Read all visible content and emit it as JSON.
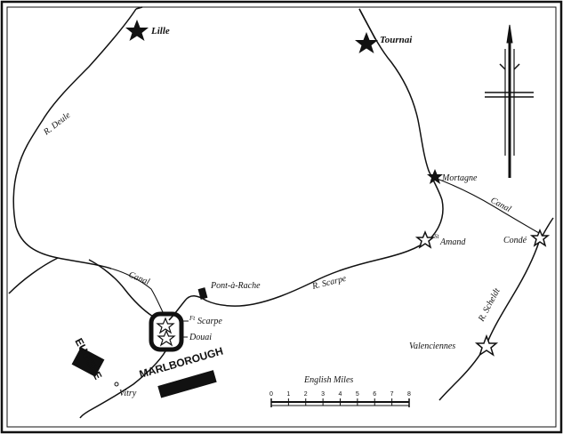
{
  "places": {
    "lille": "Lille",
    "tournai": "Tournai",
    "mortagne": "Mortagne",
    "st_amand_sup": "St",
    "st_amand": "Amand",
    "conde": "Condé",
    "valenciennes": "Valenciennes",
    "pont_a_rache": "Pont-à-Rache",
    "ft_scarpe_sup": "Ft",
    "ft_scarpe": "Scarpe",
    "douai": "Douai",
    "vitry": "Vitry"
  },
  "waterways": {
    "r_deule": "R. Deule",
    "r_scarpe": "R. Scarpe",
    "r_scheldt": "R. Scheldt",
    "canal_west": "Canal",
    "canal_east": "Canal"
  },
  "armies": {
    "eugene": "EUGENE",
    "marlborough": "MARLBOROUGH"
  },
  "scale": {
    "title": "English Miles",
    "ticks": [
      "0",
      "1",
      "2",
      "3",
      "4",
      "5",
      "6",
      "7",
      "8"
    ]
  }
}
